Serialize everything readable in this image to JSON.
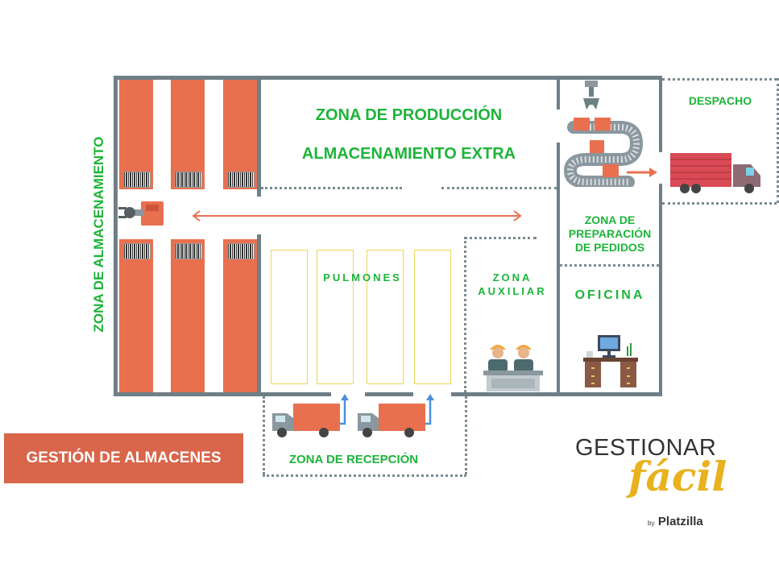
{
  "zones": {
    "almacenamiento": "ZONA DE ALMACENAMIENTO",
    "produccion": "ZONA DE PRODUCCIÓN",
    "almacenamiento_extra": "ALMACENAMIENTO EXTRA",
    "despacho": "DESPACHO",
    "preparacion_line1": "ZONA DE",
    "preparacion_line2": "PREPARACIÓN",
    "preparacion_line3": "DE PEDIDOS",
    "pulmones": "PULMONES",
    "auxiliar_line1": "ZONA",
    "auxiliar_line2": "AUXILIAR",
    "oficina": "OFICINA",
    "recepcion": "ZONA DE RECEPCIÓN"
  },
  "banner": {
    "label": "GESTIÓN DE ALMACENES",
    "color": "#d9654a"
  },
  "logo": {
    "line1": "GESTIONAR",
    "line2": "fácil",
    "by": "by",
    "brand": "Platzilla"
  },
  "colors": {
    "rack": "#e8704f",
    "wall": "#6f7f87",
    "zone_text": "#1db43a",
    "buffer": "#f2d35a",
    "logo_gold": "#e8b21e"
  },
  "icons": [
    "barcode-icon",
    "robot-arm-icon",
    "conveyor-icon",
    "truck-icon",
    "worker-icon",
    "desk-icon",
    "monitor-icon"
  ]
}
